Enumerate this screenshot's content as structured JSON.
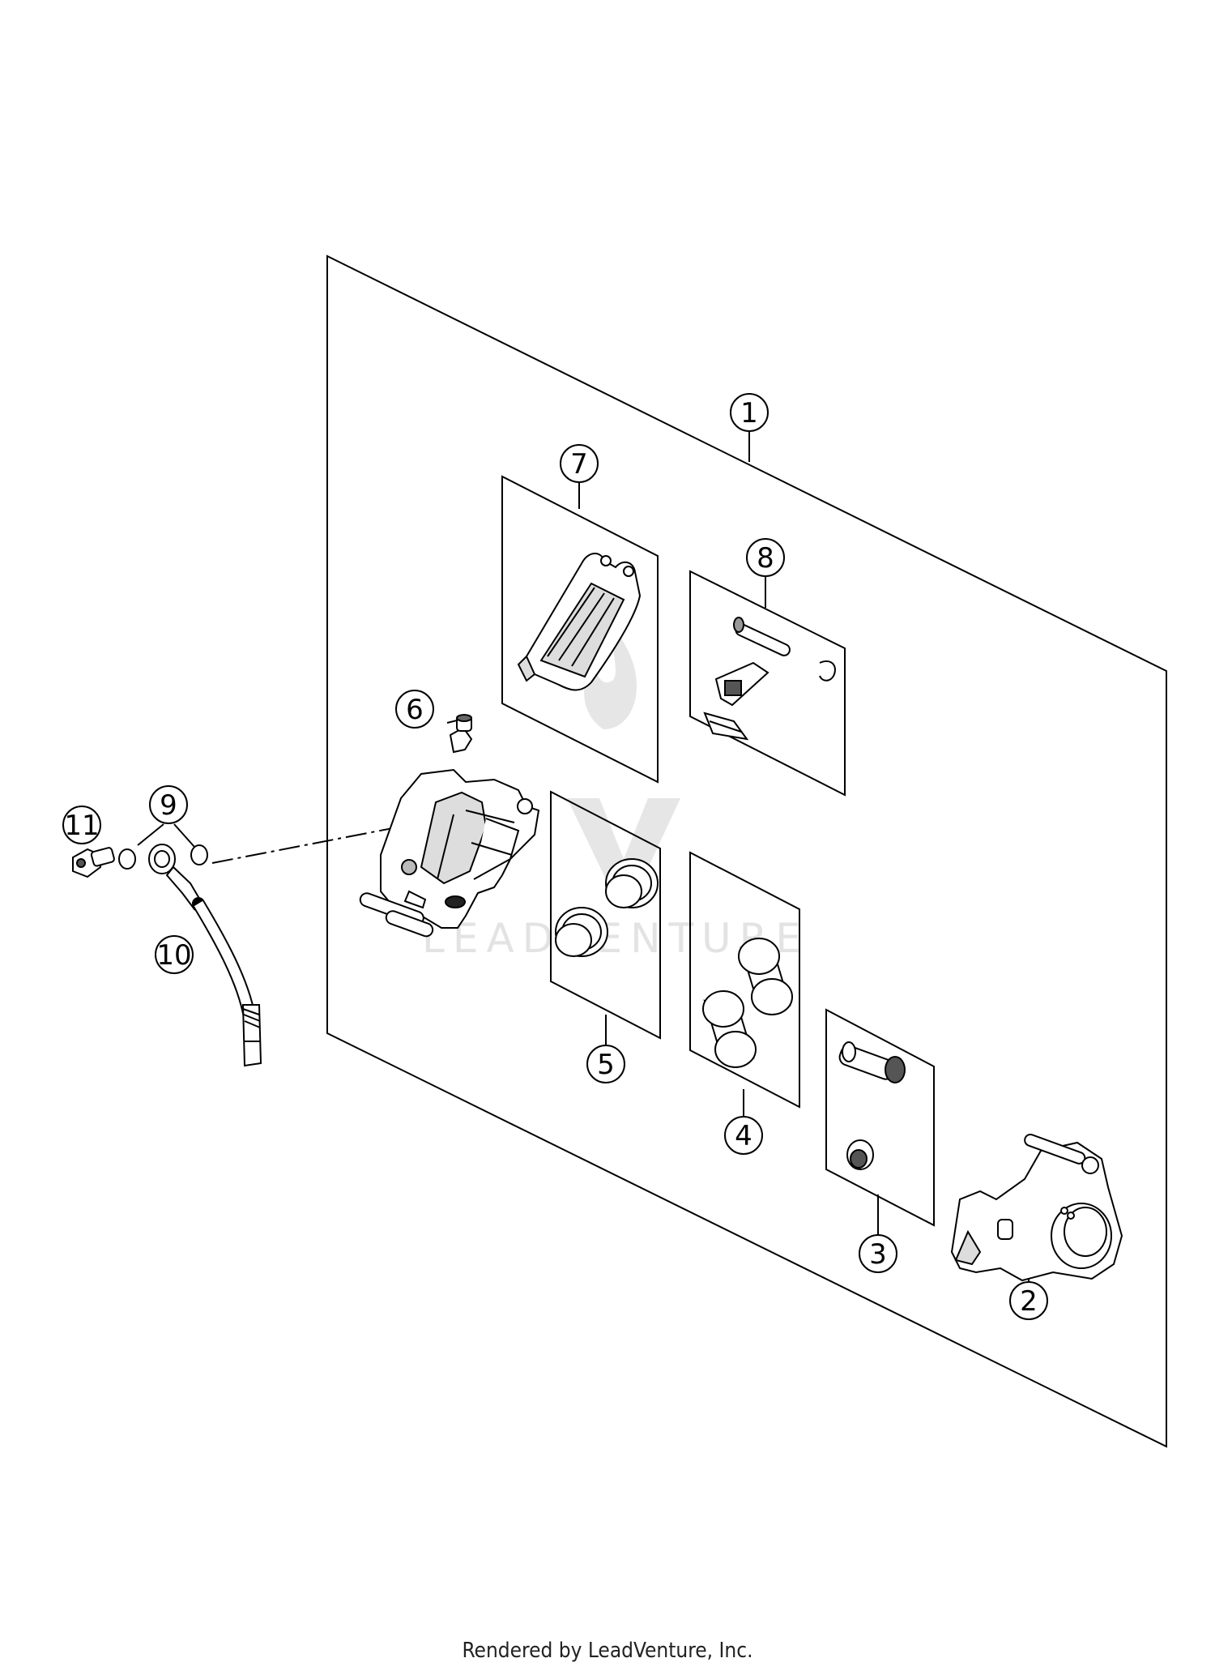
{
  "callouts": [
    {
      "id": "1",
      "label": "1"
    },
    {
      "id": "2",
      "label": "2"
    },
    {
      "id": "3",
      "label": "3"
    },
    {
      "id": "4",
      "label": "4"
    },
    {
      "id": "5",
      "label": "5"
    },
    {
      "id": "6",
      "label": "6"
    },
    {
      "id": "7",
      "label": "7"
    },
    {
      "id": "8",
      "label": "8"
    },
    {
      "id": "9",
      "label": "9"
    },
    {
      "id": "10",
      "label": "10"
    },
    {
      "id": "11",
      "label": "11"
    }
  ],
  "watermark": {
    "text": "LEADVENTURE"
  },
  "footer": {
    "credit": "Rendered by LeadVenture, Inc."
  },
  "colors": {
    "line": "#000000",
    "background": "#ffffff",
    "watermark": "#e3e3e3"
  }
}
